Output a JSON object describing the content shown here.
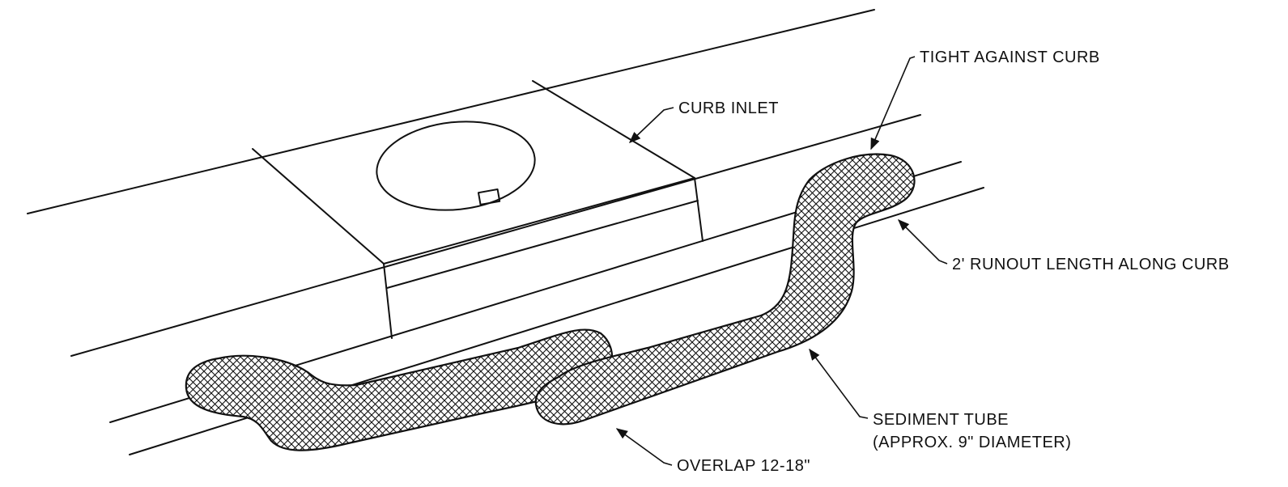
{
  "labels": {
    "curb_inlet": "CURB INLET",
    "tight_against_curb": "TIGHT AGAINST CURB",
    "runout_length": "2' RUNOUT LENGTH ALONG CURB",
    "sediment_tube_line1": "SEDIMENT TUBE",
    "sediment_tube_line2": "(APPROX. 9\" DIAMETER)",
    "overlap": "OVERLAP 12-18\""
  }
}
